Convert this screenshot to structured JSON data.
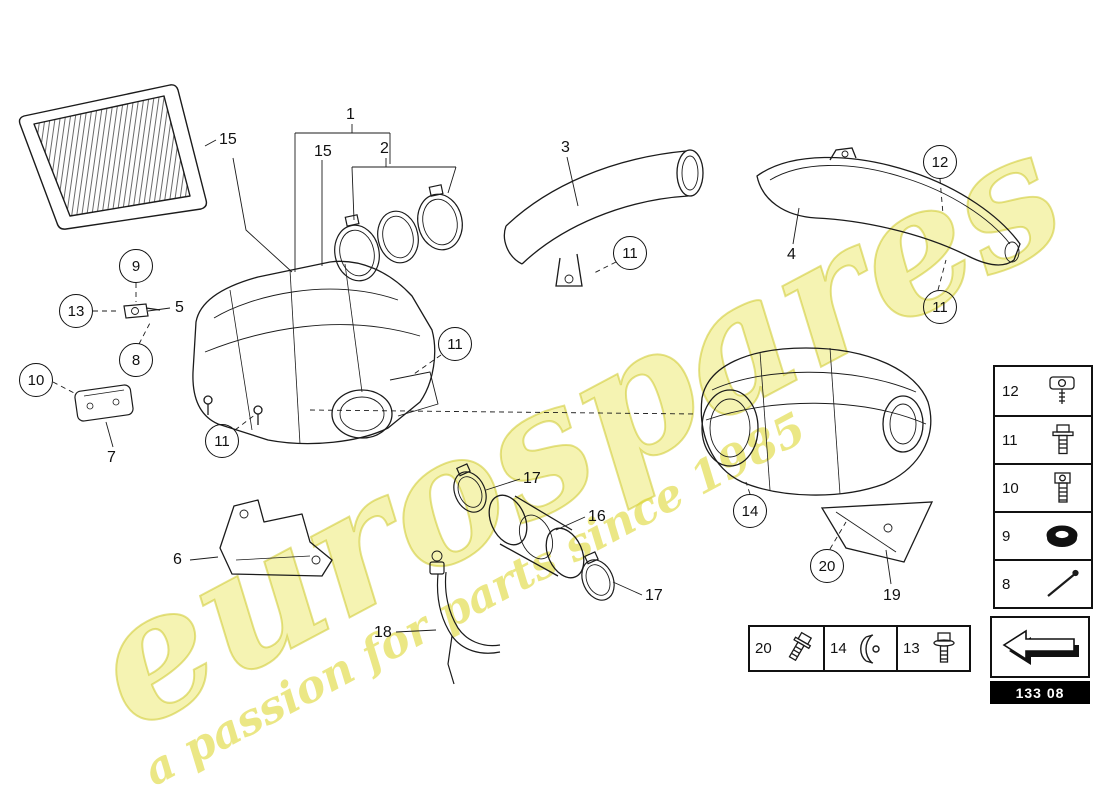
{
  "diagram": {
    "watermark": {
      "brand": "eurospares",
      "tagline": "a passion for parts since 1985"
    },
    "part_code": "133 08",
    "callouts_plain": [
      {
        "label": "15"
      },
      {
        "label": "15"
      },
      {
        "label": "1"
      },
      {
        "label": "2"
      },
      {
        "label": "3"
      },
      {
        "label": "4"
      },
      {
        "label": "5"
      },
      {
        "label": "6"
      },
      {
        "label": "7"
      },
      {
        "label": "16"
      },
      {
        "label": "17"
      },
      {
        "label": "17"
      },
      {
        "label": "18"
      },
      {
        "label": "19"
      }
    ],
    "callouts_circled": [
      {
        "label": "9"
      },
      {
        "label": "13"
      },
      {
        "label": "8"
      },
      {
        "label": "10"
      },
      {
        "label": "11"
      },
      {
        "label": "11"
      },
      {
        "label": "11"
      },
      {
        "label": "11"
      },
      {
        "label": "12"
      },
      {
        "label": "14"
      },
      {
        "label": "20"
      }
    ],
    "legend_side": [
      {
        "label": "12",
        "icon": "clamp-nut-icon"
      },
      {
        "label": "11",
        "icon": "flange-bolt-icon"
      },
      {
        "label": "10",
        "icon": "socket-screw-icon"
      },
      {
        "label": "9",
        "icon": "seal-ring-icon"
      },
      {
        "label": "8",
        "icon": "pin-icon"
      }
    ],
    "legend_bottom": [
      {
        "label": "20",
        "icon": "bolt-icon"
      },
      {
        "label": "14",
        "icon": "clip-icon"
      },
      {
        "label": "13",
        "icon": "screw-icon"
      }
    ]
  }
}
